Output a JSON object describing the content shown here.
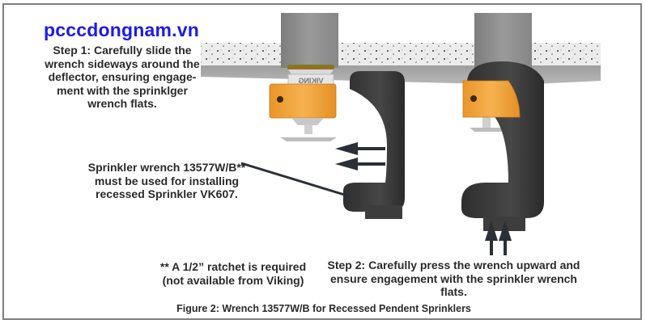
{
  "brand": {
    "text": "pcccdongnam.vn",
    "color": "#1a1aee"
  },
  "step1": {
    "lines": [
      "Step 1: Carefully slide the",
      "wrench sideways around the",
      "deflector, ensuring engage-",
      "ment with the sprinklger",
      "wrench flats."
    ]
  },
  "wrench_note": {
    "lines": [
      "Sprinkler wrench 13577W/B**",
      "must be used for installing",
      "recessed Sprinkler VK607."
    ]
  },
  "ratchet_note": {
    "lines": [
      "** A 1/2” ratchet is required",
      "(not available from Viking)"
    ]
  },
  "step2": {
    "lines": [
      "Step 2: Carefully press the wrench upward and",
      "ensure engagement with the sprinkler wrench",
      "flats."
    ]
  },
  "caption": {
    "text": "Figure 2:  Wrench 13577W/B for Recessed Pendent Sprinklers"
  },
  "illustration": {
    "sprinkler_brand_mark": "VIKING",
    "arrows": {
      "step1_direction": "left",
      "step1_count": 2,
      "step2_direction": "up",
      "step2_count": 2
    },
    "colors": {
      "wrench": "#3a3a3a",
      "escutcheon": "#f0a53c",
      "pipe": "#8e8e8e",
      "ceiling_top": "#e8e8e8",
      "ceiling_face": "#a9a9a9",
      "arrow": "#2b2f38",
      "border": "#7f7f7f"
    }
  }
}
